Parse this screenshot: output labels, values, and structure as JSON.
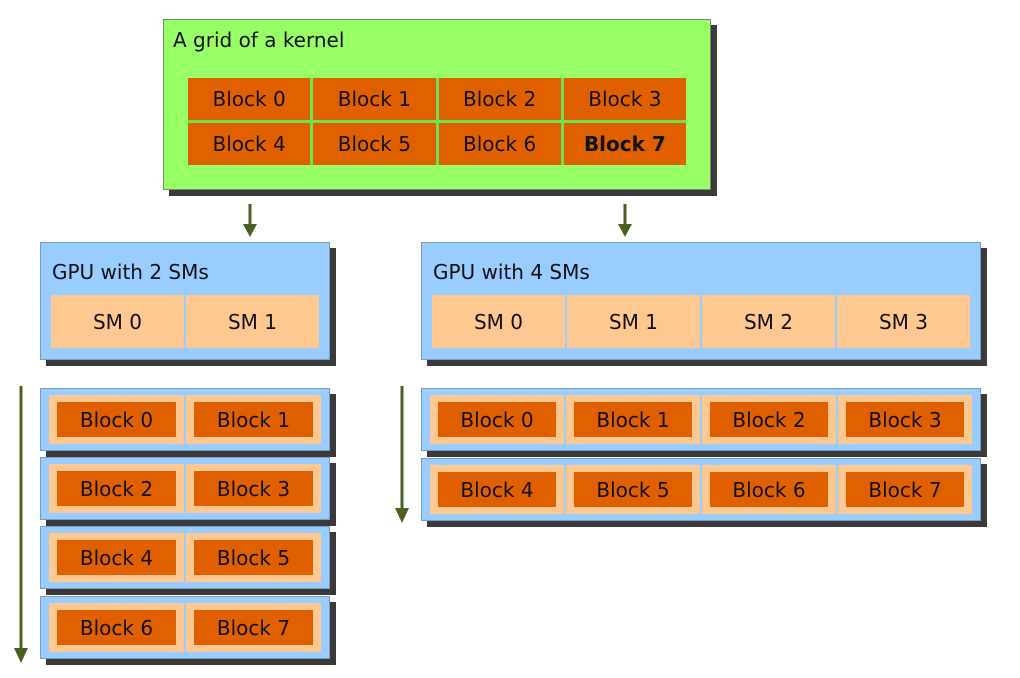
{
  "kernel_grid": {
    "title": "A grid of a kernel",
    "blocks": [
      "Block 0",
      "Block 1",
      "Block 2",
      "Block 3",
      "Block 4",
      "Block 5",
      "Block 6",
      "Block 7"
    ]
  },
  "gpu2": {
    "title": "GPU with 2 SMs",
    "sms": [
      "SM 0",
      "SM 1"
    ],
    "rows": [
      [
        "Block 0",
        "Block 1"
      ],
      [
        "Block 2",
        "Block 3"
      ],
      [
        "Block 4",
        "Block 5"
      ],
      [
        "Block 6",
        "Block 7"
      ]
    ]
  },
  "gpu4": {
    "title": "GPU with 4 SMs",
    "sms": [
      "SM 0",
      "SM 1",
      "SM 2",
      "SM 3"
    ],
    "rows": [
      [
        "Block 0",
        "Block 1",
        "Block 2",
        "Block 3"
      ],
      [
        "Block 4",
        "Block 5",
        "Block 6",
        "Block 7"
      ]
    ]
  },
  "colors": {
    "grid_bg": "#99ff66",
    "block": "#e06000",
    "gpu_bg": "#99ccff",
    "sm": "#ffc890",
    "arrow": "#4a6020"
  }
}
